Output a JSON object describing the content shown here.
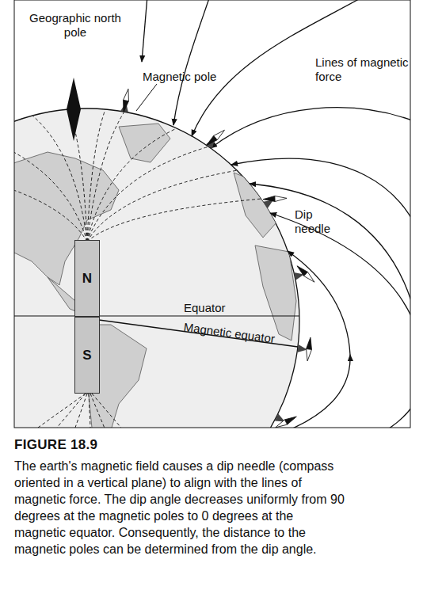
{
  "diagram": {
    "title": "FIGURE 18.9",
    "caption": "The earth's magnetic field causes a dip needle (compass oriented in a vertical plane) to align with the lines of magnetic force. The dip angle decreases uniformly from 90 degrees at the magnetic poles to 0 degrees at the magnetic equator. Consequently, the distance to the magnetic poles can be determined from the dip angle.",
    "nodes": [
      {
        "text": [
          "N"
        ]
      },
      {
        "text": [
          "S"
        ]
      }
    ],
    "labels": [
      "Geographic north pole",
      "Magnetic pole",
      "Lines of magnetic force",
      "Dip needle",
      "Equator",
      "Magnetic equator"
    ]
  }
}
